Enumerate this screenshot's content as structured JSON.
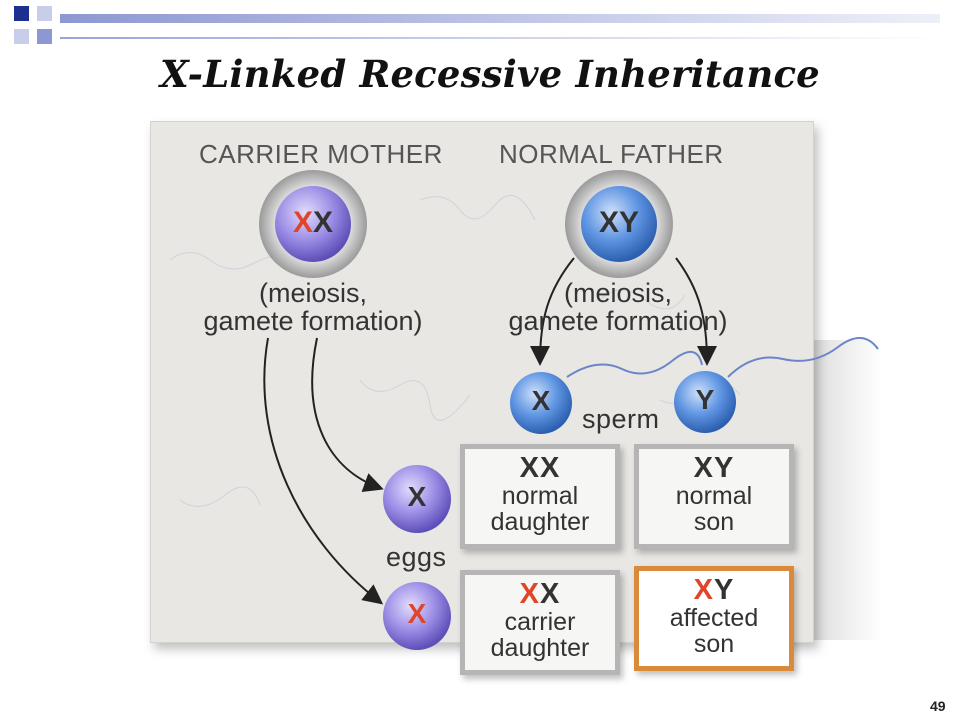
{
  "slide": {
    "title": "X-Linked Recessive Inheritance",
    "page_number": "49"
  },
  "diagram": {
    "mother_label": "CARRIER MOTHER",
    "father_label": "NORMAL FATHER",
    "mother_genotype": {
      "a": "X",
      "b": "X"
    },
    "father_genotype": {
      "a": "X",
      "b": "Y"
    },
    "meiosis_line1": "(meiosis,",
    "meiosis_line2": "gamete formation)",
    "sperm_label": "sperm",
    "eggs_label": "eggs",
    "sperm_x": "X",
    "sperm_y": "Y",
    "egg_normal": "X",
    "egg_carrier": "X",
    "cells": [
      {
        "g1": "X",
        "g2": "X",
        "l1": "normal",
        "l2": "daughter"
      },
      {
        "g1": "X",
        "g2": "Y",
        "l1": "normal",
        "l2": "son"
      },
      {
        "g1": "X",
        "g2": "X",
        "l1": "carrier",
        "l2": "daughter"
      },
      {
        "g1": "X",
        "g2": "Y",
        "l1": "affected",
        "l2": "son"
      }
    ],
    "colors": {
      "affected_allele": "#e0452a",
      "highlight_border": "#d98a3a",
      "sphere_blue": "#3f7fd8",
      "sphere_violet": "#8478d6"
    }
  }
}
